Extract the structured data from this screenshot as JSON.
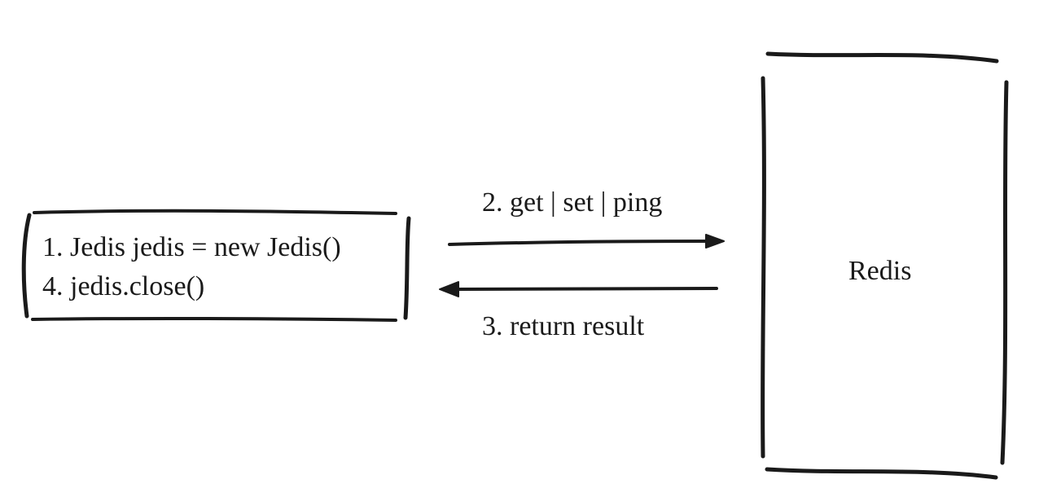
{
  "client": {
    "lines": [
      "1. Jedis jedis = new Jedis()",
      "4. jedis.close()"
    ]
  },
  "server": {
    "label": "Redis"
  },
  "arrows": {
    "request_label": "2. get | set | ping",
    "response_label": "3. return result"
  },
  "colors": {
    "ink": "#1a1a1a",
    "background": "#ffffff"
  }
}
